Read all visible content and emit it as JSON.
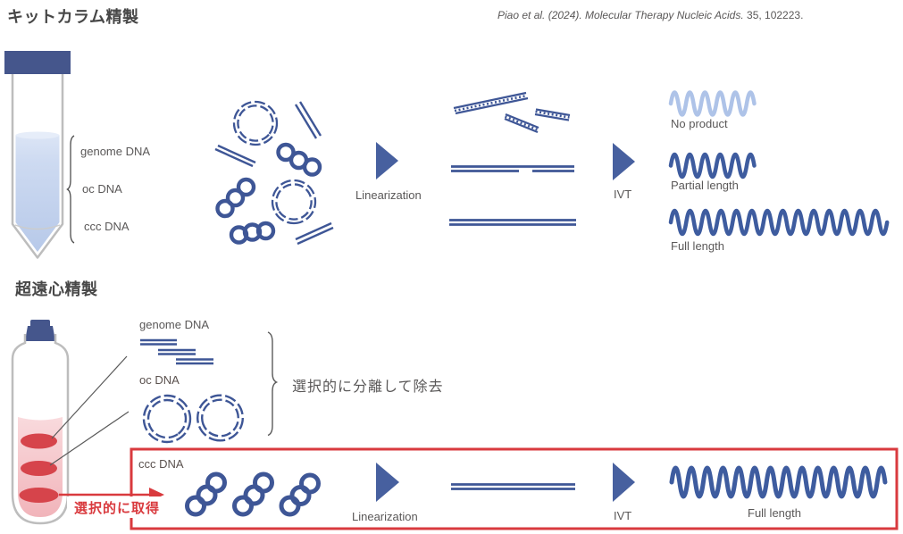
{
  "kit_column": {
    "title": "キットカラム精製",
    "tube_labels": [
      "genome DNA",
      "oc DNA",
      "ccc DNA"
    ],
    "linearization_label": "Linearization",
    "ivt_label": "IVT",
    "products": [
      {
        "label": "No product"
      },
      {
        "label": "Partial length"
      },
      {
        "label": "Full length"
      }
    ]
  },
  "citation": {
    "italic_part": "Piao et al. (2024). Molecular Therapy Nucleic Acids.",
    "plain_part": " 35, 102223."
  },
  "ultracentrifugation": {
    "title": "超遠心精製",
    "genome_dna_label": "genome DNA",
    "oc_dna_label": "oc DNA",
    "ccc_dna_label": "ccc DNA",
    "remove_note": "選択的に分離して除去",
    "acquire_note": "選択的に取得",
    "linearization_label": "Linearization",
    "ivt_label": "IVT",
    "full_length_label": "Full length"
  },
  "colors": {
    "dna_blue": "#3e5696",
    "wave_blue": "#3e5c9f",
    "light_wave_blue": "#aec3e8",
    "arrow_blue": "#47609f",
    "cap_blue": "#45568c",
    "column_liquid_blue": "#c9d7ef",
    "ultra_liquid_pink": "#f5c3c8",
    "band_red": "#d6444b",
    "highlight_red": "#d93a3e",
    "label_gray": "#5a5858",
    "title_gray": "#474747"
  }
}
